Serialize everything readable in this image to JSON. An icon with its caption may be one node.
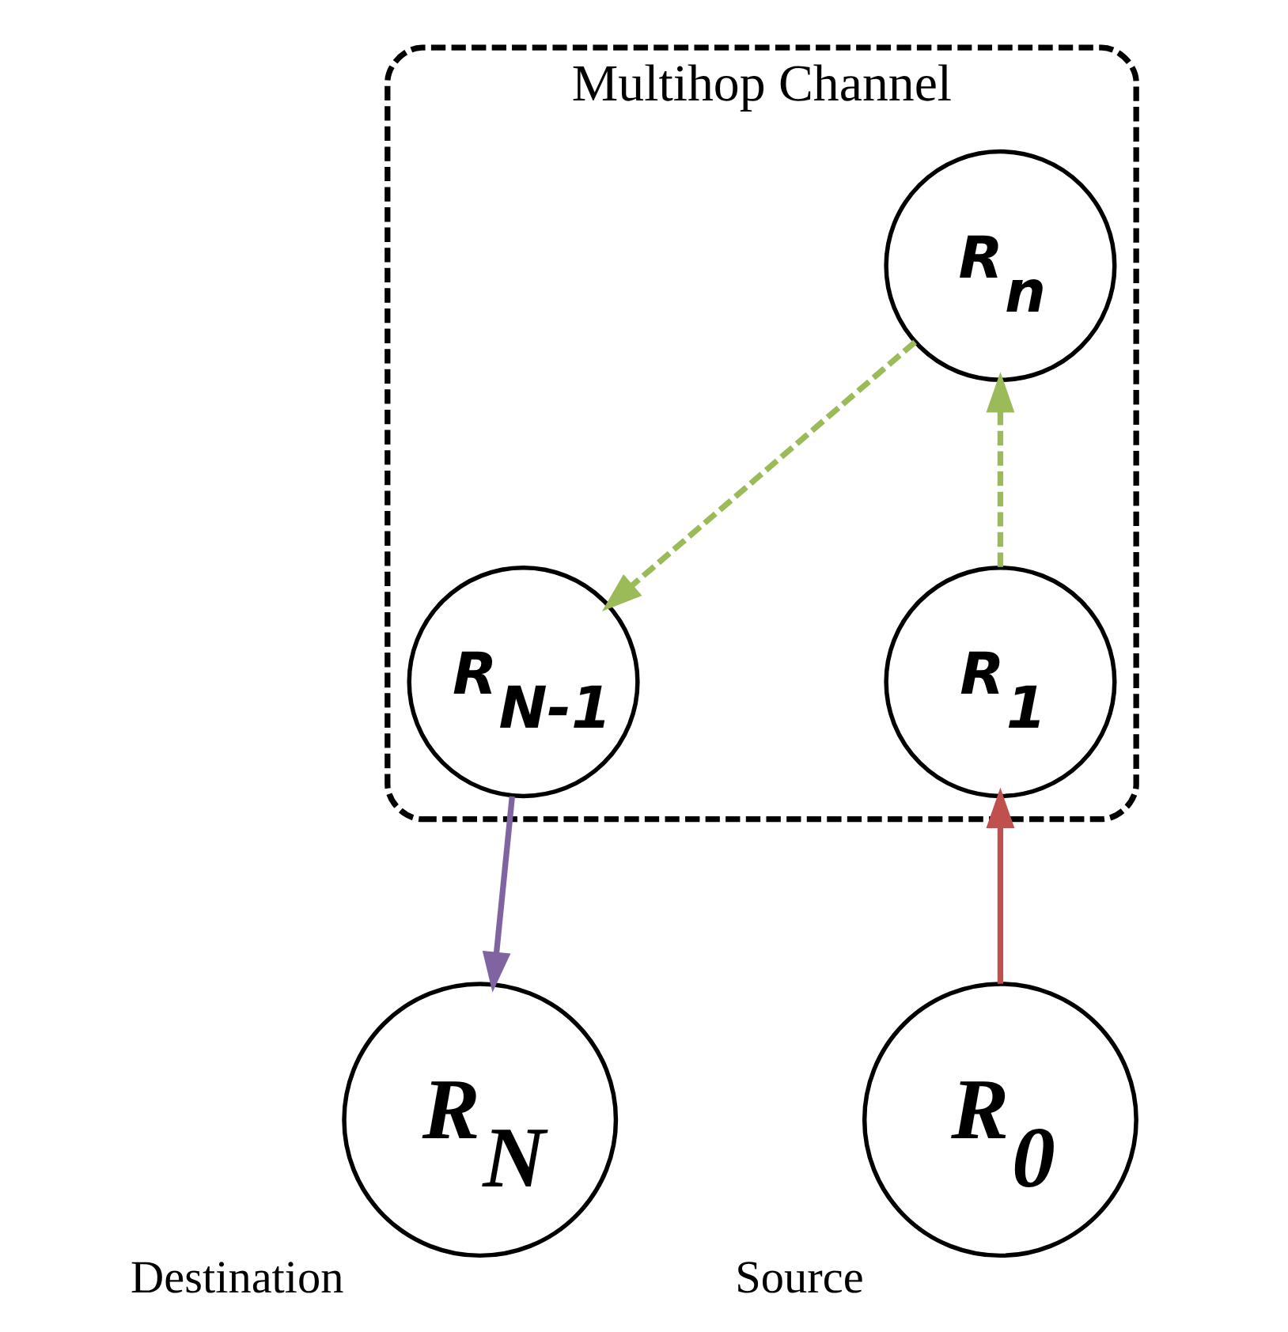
{
  "diagram": {
    "nodes": [
      {
        "text": [
          "Multihop Channel"
        ]
      },
      {
        "text": [
          "R$_{1}$"
        ],
        "in": 0
      },
      {
        "text": [
          "R$_{n}$"
        ],
        "in": 0
      },
      {
        "text": [
          "R$_{N-1}$"
        ],
        "in": 0
      },
      {
        "text": [
          "R$_{0}$"
        ],
        "beside": [
          "Source"
        ]
      },
      {
        "text": [
          "R$_{N}$"
        ],
        "beside": [
          "Destination"
        ]
      }
    ],
    "edges": [
      {
        "from": 4,
        "to": 1,
        "arrow": "to",
        "color": "#c0504d"
      },
      {
        "from": 1,
        "to": 2,
        "arrow": "to",
        "style": "dashed",
        "color": "#9bbb59"
      },
      {
        "from": 2,
        "to": 3,
        "arrow": "to",
        "style": "dashed",
        "color": "#9bbb59"
      },
      {
        "from": 3,
        "to": 5,
        "arrow": "to",
        "color": "#8064a2"
      }
    ]
  }
}
